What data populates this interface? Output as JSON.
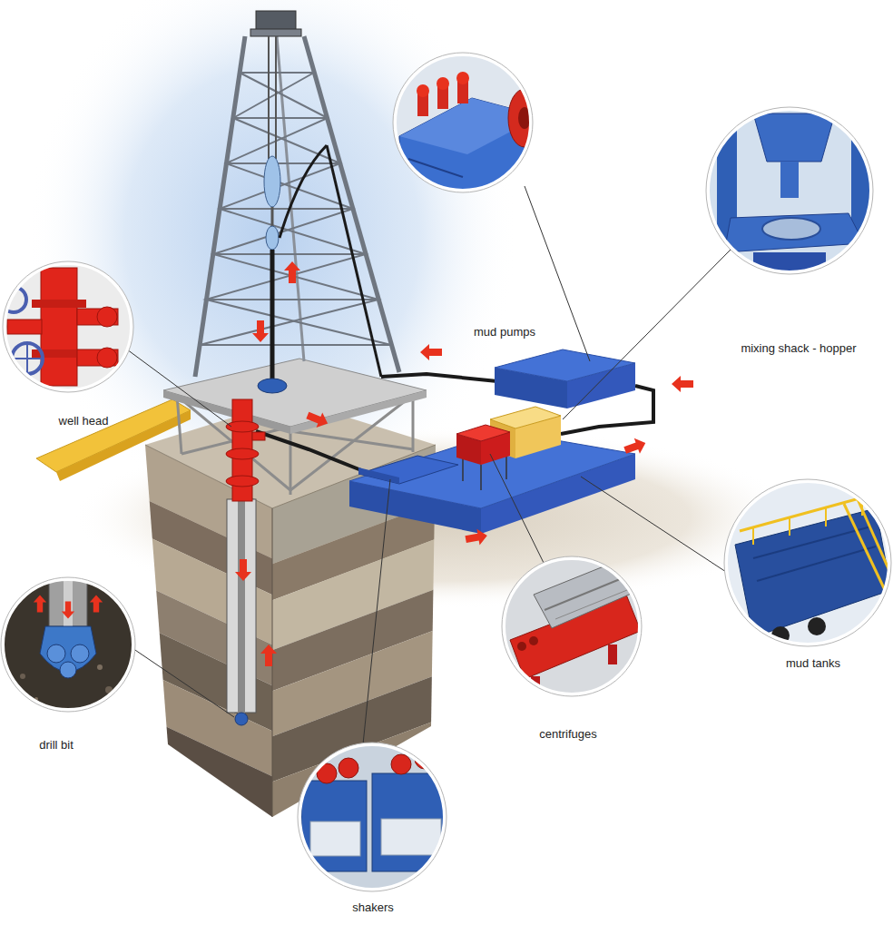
{
  "diagram": {
    "labels": [
      "mud pumps",
      "mixing shack - hopper",
      "well head",
      "mud tanks",
      "centrifuges",
      "drill bit",
      "shakers"
    ]
  }
}
